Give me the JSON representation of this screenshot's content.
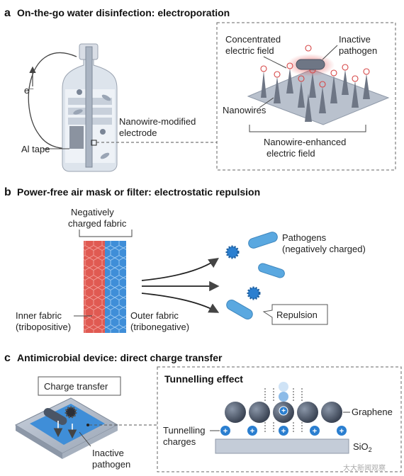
{
  "panel_a": {
    "letter": "a",
    "title": "On-the-go water disinfection: electroporation",
    "electron_label": "e⁻",
    "al_tape": "Al tape",
    "electrode_line1": "Nanowire-modified",
    "electrode_line2": "electrode",
    "field_line1": "Concentrated",
    "field_line2": "electric field",
    "inactive_line1": "Inactive",
    "inactive_line2": "pathogen",
    "nanowires": "Nanowires",
    "enhanced_line1": "Nanowire-enhanced",
    "enhanced_line2": "electric field"
  },
  "panel_b": {
    "letter": "b",
    "title": "Power-free air mask or filter: electrostatic repulsion",
    "neg_line1": "Negatively",
    "neg_line2": "charged fabric",
    "inner_line1": "Inner fabric",
    "inner_line2": "(tribopositive)",
    "outer_line1": "Outer fabric",
    "outer_line2": "(tribonegative)",
    "pathogens_line1": "Pathogens",
    "pathogens_line2": "(negatively charged)",
    "repulsion": "Repulsion"
  },
  "panel_c": {
    "letter": "c",
    "title": "Antimicrobial device: direct charge transfer",
    "charge_transfer": "Charge transfer",
    "inactive_line1": "Inactive",
    "inactive_line2": "pathogen",
    "tunnelling_effect": "Tunnelling effect",
    "graphene": "Graphene",
    "tunnelling_line1": "Tunnelling",
    "tunnelling_line2": "charges",
    "sio2": "SiO",
    "sio2_sub": "2"
  },
  "watermark": "大大新闻观察",
  "colors": {
    "inner_fabric": "#e05a52",
    "outer_fabric": "#3f8ed8",
    "pathogen": "#5aa8e0",
    "nanowire": "#6e7685",
    "graphene": "#4a5566",
    "charge": "#2b7fd0"
  }
}
